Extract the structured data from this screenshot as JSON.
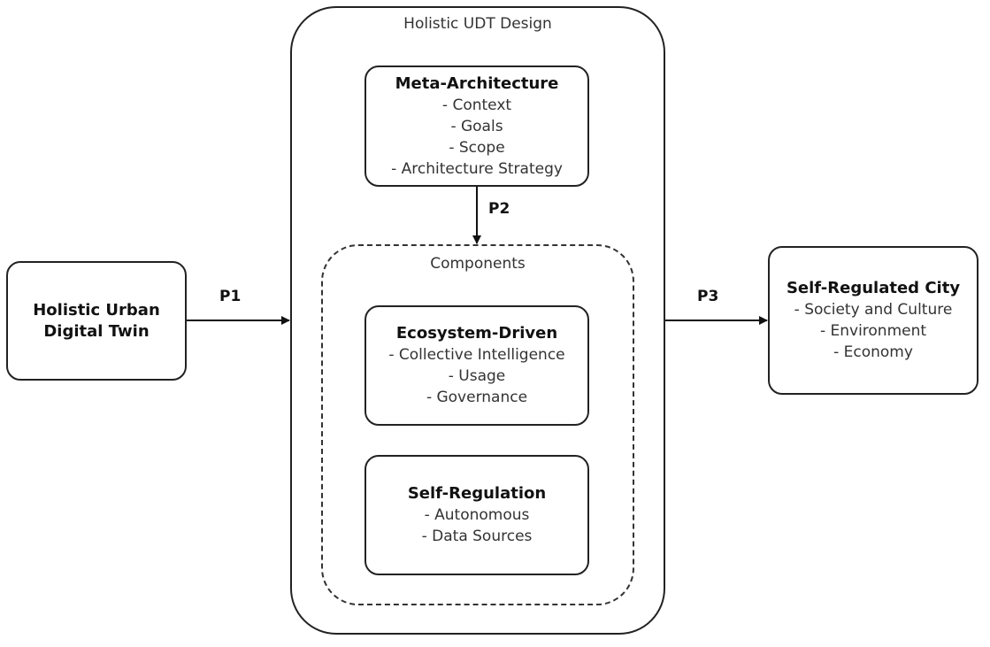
{
  "holistic_udt_design": {
    "label": "Holistic UDT Design"
  },
  "components": {
    "label": "Components"
  },
  "source_node": {
    "title_line1": "Holistic Urban",
    "title_line2": "Digital Twin"
  },
  "meta_architecture": {
    "title": "Meta-Architecture",
    "items": [
      "- Context",
      "- Goals",
      "- Scope",
      "- Architecture Strategy"
    ]
  },
  "ecosystem_driven": {
    "title": "Ecosystem-Driven",
    "items": [
      "- Collective Intelligence",
      "- Usage",
      "- Governance"
    ]
  },
  "self_regulation": {
    "title": "Self-Regulation",
    "items": [
      "- Autonomous",
      "- Data Sources"
    ]
  },
  "target_node": {
    "title": "Self-Regulated City",
    "items": [
      "- Society and Culture",
      "- Environment",
      "- Economy"
    ]
  },
  "edges": {
    "p1": "P1",
    "p2": "P2",
    "p3": "P3"
  }
}
